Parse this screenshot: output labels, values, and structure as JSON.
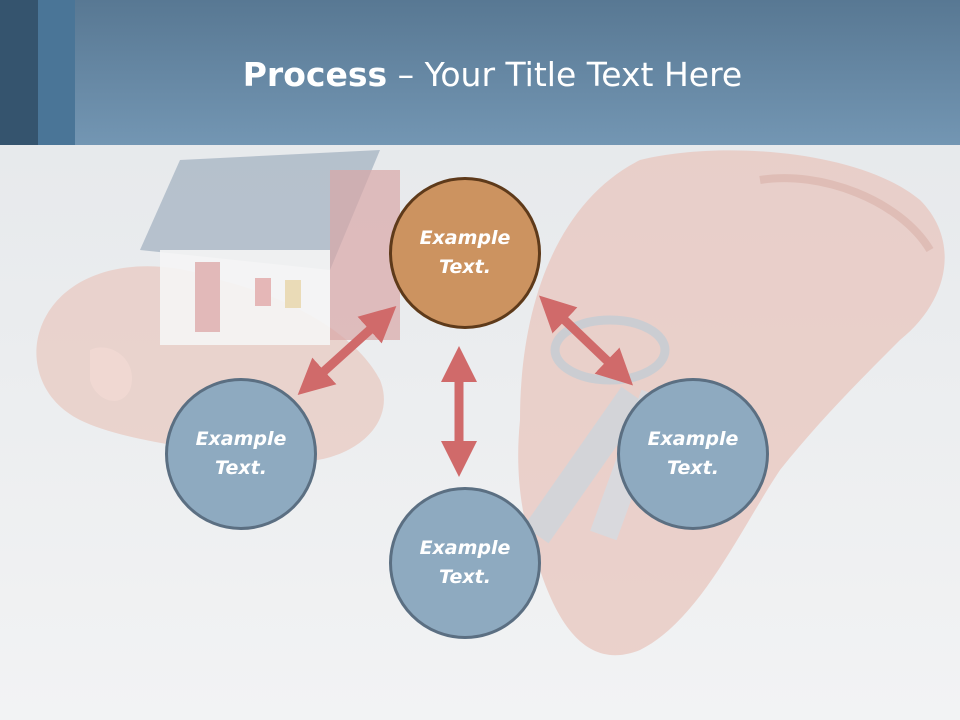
{
  "slide": {
    "title_bold": "Process",
    "title_rest": " – Your Title Text Here"
  },
  "nodes": [
    {
      "id": "top",
      "text": "Example Text.",
      "color": "#cc9360"
    },
    {
      "id": "left",
      "text": "Example Text.",
      "color": "#8eaac0"
    },
    {
      "id": "right",
      "text": "Example Text.",
      "color": "#8eaac0"
    },
    {
      "id": "bottom",
      "text": "Example Text.",
      "color": "#8eaac0"
    }
  ],
  "colors": {
    "header": "#6a8eab",
    "arrow": "#d06a6a",
    "accent_dark": "#35546e",
    "accent_mid": "#4a7597"
  }
}
